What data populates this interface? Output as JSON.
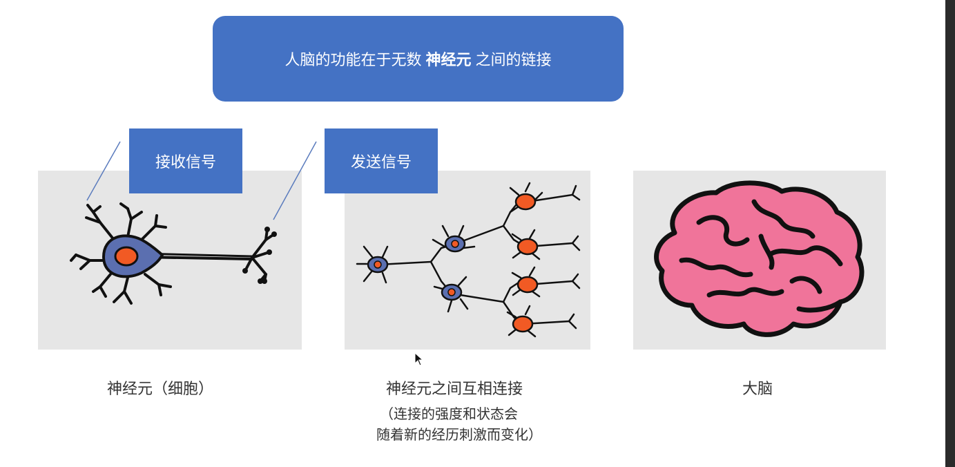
{
  "banner": {
    "text_before": "人脑的功能在于无数",
    "text_bold": "神经元",
    "text_after": "之间的链接"
  },
  "callouts": {
    "receive": "接收信号",
    "send": "发送信号"
  },
  "captions": {
    "neuron": "神经元（细胞）",
    "network": "神经元之间互相连接",
    "network_note_line1": "（连接的强度和状态会",
    "network_note_line2": "随着新的经历刺激而变化）",
    "brain": "大脑"
  },
  "colors": {
    "accent": "#4472c4",
    "soma": "#5b6fb0",
    "nucleus": "#f15a24",
    "brain": "#f0749a",
    "panel": "#e6e6e6"
  }
}
